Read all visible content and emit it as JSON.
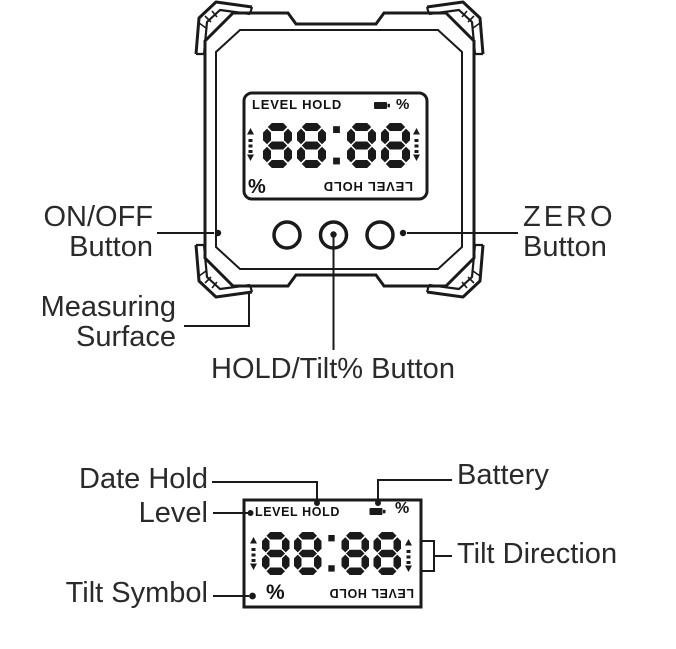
{
  "colors": {
    "line": "#1a1a1a",
    "label": "#2a2a2a",
    "background": "#ffffff"
  },
  "device_view": {
    "lcd": {
      "brand_top": "LEVEL HOLD",
      "percent_top": "%",
      "reading": "88:88",
      "percent_bottom": "%",
      "brand_bottom_inverted": "LEVEL HOLD"
    },
    "labels": {
      "on_off_line1": "ON/OFF",
      "on_off_line2": "Button",
      "zero_line1": "ZERO",
      "zero_line2": "Button",
      "measuring_line1": "Measuring",
      "measuring_line2": "Surface",
      "hold": "HOLD/Tilt% Button"
    }
  },
  "display_view": {
    "lcd": {
      "brand_top": "LEVEL HOLD",
      "percent_top": "%",
      "reading": "88:88",
      "percent_bottom": "%",
      "brand_bottom_inverted": "LEVEL HOLD"
    },
    "labels": {
      "date_hold": "Date Hold",
      "level": "Level",
      "battery": "Battery",
      "tilt_direction": "Tilt Direction",
      "tilt_symbol": "Tilt Symbol"
    }
  },
  "icons": [
    "battery-icon",
    "tilt-arrows-icon",
    "corner-bumper",
    "leader-dot",
    "tilt-direction-bracket"
  ]
}
